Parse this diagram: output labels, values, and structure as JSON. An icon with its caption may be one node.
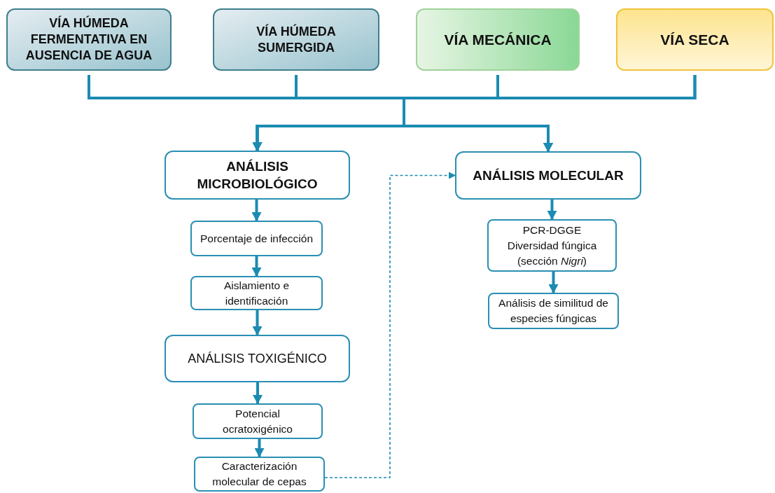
{
  "diagram": {
    "nodes": [
      {
        "text": [
          "VÍA HÚMEDA FERMENTATIVA EN AUSENCIA DE AGUA"
        ]
      },
      {
        "text": [
          "VÍA HÚMEDA SUMERGIDA"
        ]
      },
      {
        "text": [
          "VÍA MECÁNICA"
        ]
      },
      {
        "text": [
          "VÍA SECA"
        ]
      },
      {
        "text": [
          "ANÁLISIS MICROBIOLÓGICO"
        ]
      },
      {
        "text": [
          "ANÁLISIS MOLECULAR"
        ]
      },
      {
        "text": [
          "Porcentaje de infección"
        ]
      },
      {
        "text": [
          "Aislamiento e identificación"
        ]
      },
      {
        "text": [
          "ANÁLISIS TOXIGÉNICO"
        ]
      },
      {
        "text": [
          "Potencial ocratoxigénico"
        ]
      },
      {
        "text": [
          "Caracterización molecular de cepas"
        ]
      },
      {
        "text": [
          "PCR-DGGE",
          "Diversidad fúngica (sección *Nigri*)"
        ]
      },
      {
        "text": [
          "Análisis de similitud de especies fúngicas"
        ]
      }
    ],
    "edges": [
      {
        "from": 0,
        "to": 4,
        "arrow": "to"
      },
      {
        "from": 1,
        "to": 4,
        "arrow": "to"
      },
      {
        "from": 2,
        "to": 4,
        "arrow": "to"
      },
      {
        "from": 3,
        "to": 4,
        "arrow": "to"
      },
      {
        "from": 0,
        "to": 5,
        "arrow": "to"
      },
      {
        "from": 1,
        "to": 5,
        "arrow": "to"
      },
      {
        "from": 2,
        "to": 5,
        "arrow": "to"
      },
      {
        "from": 3,
        "to": 5,
        "arrow": "to"
      },
      {
        "from": 4,
        "to": 6,
        "arrow": "to"
      },
      {
        "from": 6,
        "to": 7,
        "arrow": "to"
      },
      {
        "from": 7,
        "to": 8,
        "arrow": "to"
      },
      {
        "from": 8,
        "to": 9,
        "arrow": "to"
      },
      {
        "from": 9,
        "to": 10,
        "arrow": "to"
      },
      {
        "from": 5,
        "to": 11,
        "arrow": "to"
      },
      {
        "from": 11,
        "to": 12,
        "arrow": "to"
      },
      {
        "from": 10,
        "to": 5,
        "arrow": "to",
        "style": "dashed"
      }
    ]
  }
}
